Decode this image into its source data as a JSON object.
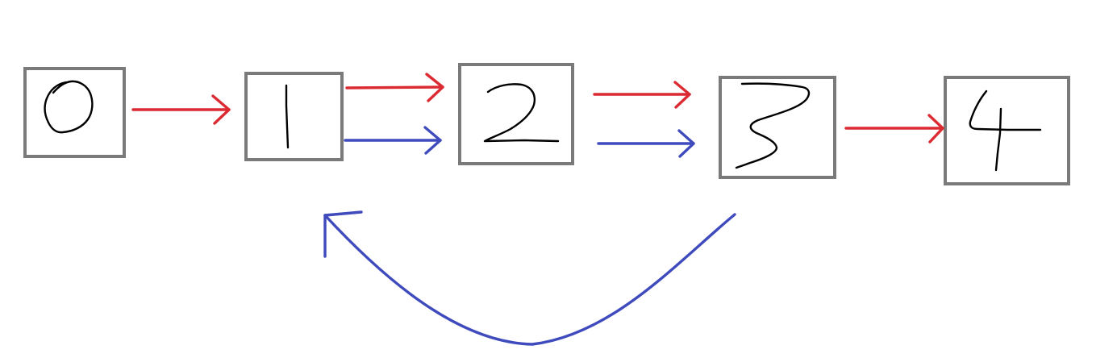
{
  "diagram": {
    "nodes": [
      {
        "id": "n0",
        "label": "0"
      },
      {
        "id": "n1",
        "label": "1"
      },
      {
        "id": "n2",
        "label": "2"
      },
      {
        "id": "n3",
        "label": "3"
      },
      {
        "id": "n4",
        "label": "4"
      }
    ],
    "edges": [
      {
        "from": "0",
        "to": "1",
        "color": "#dc2a32"
      },
      {
        "from": "1",
        "to": "2",
        "color": "#dc2a32"
      },
      {
        "from": "1",
        "to": "2",
        "color": "#3f4bbd"
      },
      {
        "from": "2",
        "to": "3",
        "color": "#dc2a32"
      },
      {
        "from": "2",
        "to": "3",
        "color": "#3f4bbd"
      },
      {
        "from": "3",
        "to": "4",
        "color": "#dc2a32"
      },
      {
        "from": "3",
        "to": "1",
        "color": "#3f4bbd"
      }
    ],
    "colors": {
      "red_arrow": "#dc2a32",
      "blue_arrow": "#3f4bbd",
      "box_border": "#7a7a7a",
      "digit_ink": "#000000"
    }
  }
}
